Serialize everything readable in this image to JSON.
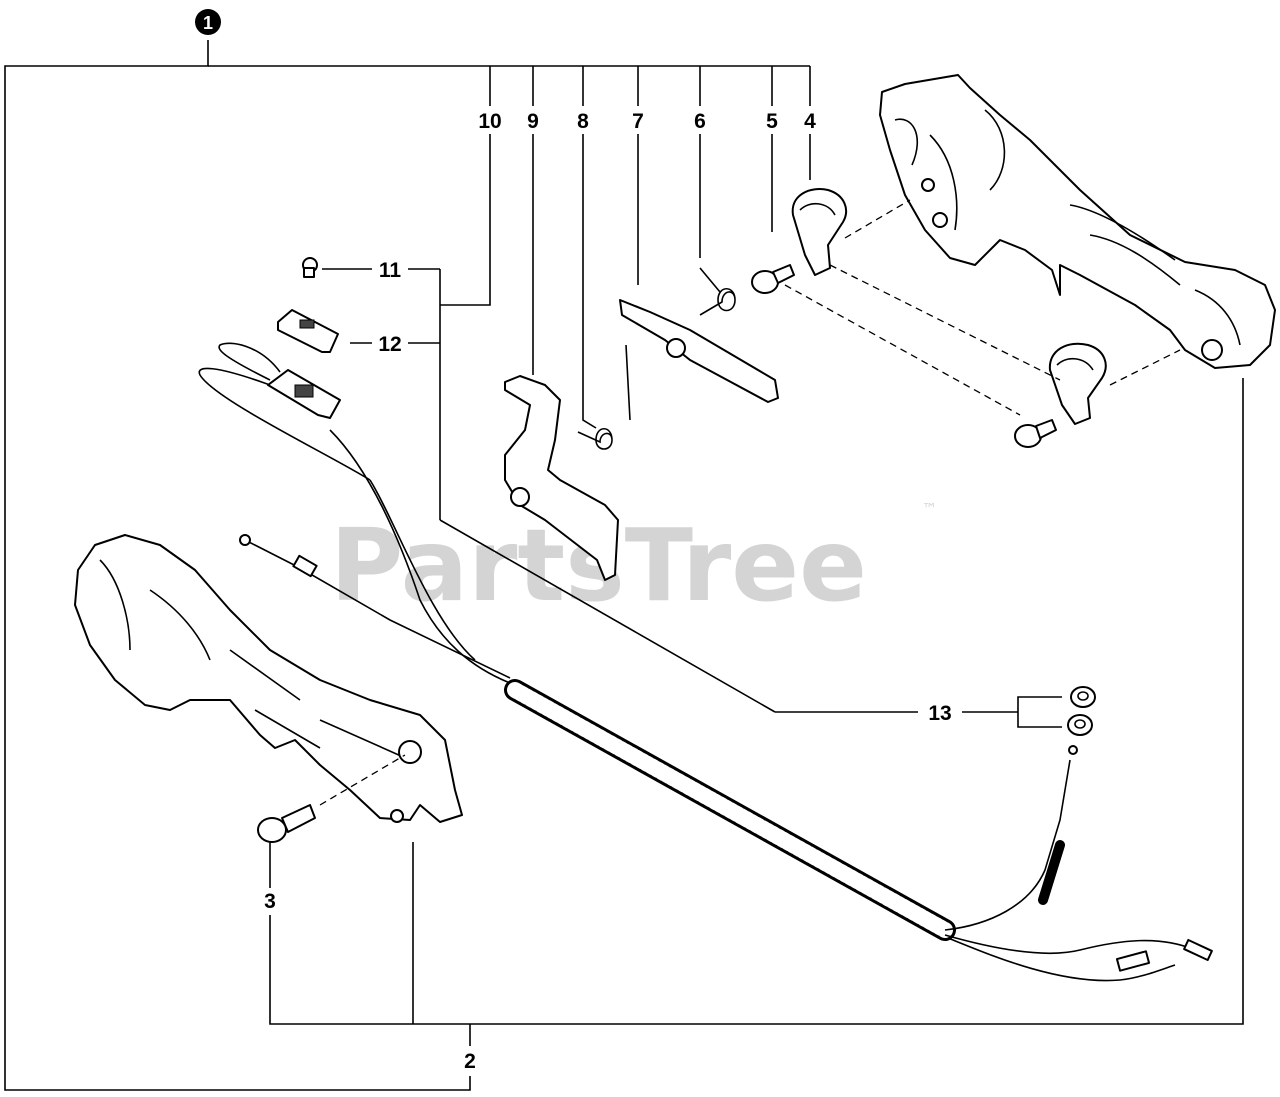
{
  "assembly": {
    "number": "1"
  },
  "callouts": {
    "c2": "2",
    "c3": "3",
    "c4": "4",
    "c5": "5",
    "c6": "6",
    "c7": "7",
    "c8": "8",
    "c9": "9",
    "c10": "10",
    "c11": "11",
    "c12": "12",
    "c13": "13"
  },
  "watermark": {
    "brand": "PartsTree",
    "trademark": "™"
  },
  "colors": {
    "line": "#000000",
    "watermark": "#d4d4d4",
    "background": "#ffffff"
  }
}
